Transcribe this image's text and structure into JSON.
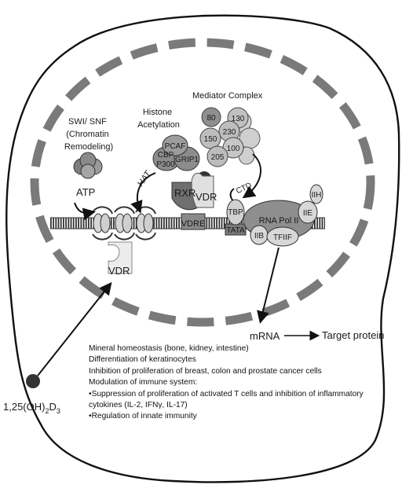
{
  "labels": {
    "swi_snf": [
      "SWI/ SNF",
      "(Chromatin",
      "Remodeling)"
    ],
    "histone": [
      "Histone",
      "Acetylation"
    ],
    "mediator": "Mediator Complex",
    "mediator_subunits": [
      "80",
      "130",
      "230",
      "150",
      "100",
      "205"
    ],
    "coactivators": [
      "PCAF",
      "CBP",
      "P300",
      "GRIP1"
    ],
    "atp": "ATP",
    "hat": "HAT",
    "rxr": "RXR",
    "vdr": "VDR",
    "vdre": "VDRE",
    "ctd": "CTD",
    "tbp": "TBP",
    "tata": "TATA",
    "rna_pol": "RNA Pol II",
    "iih": "IIH",
    "iie": "IIE",
    "iib": "IIB",
    "tfiif": "TFIIF",
    "vdr_cyto": "VDR",
    "mrna": "mRNA",
    "target_protein": "Target protein",
    "ligand_base": "1,25(OH)",
    "ligand_sub1": "2",
    "ligand_d": "D",
    "ligand_sub2": "3"
  },
  "effects": [
    "Mineral homeostasis (bone, kidney, intestine)",
    "Differentiation of keratinocytes",
    "Inhibition of proliferation of breast, colon and prostate cancer cells",
    "Modulation of immune system:",
    "•Suppression of proliferation of activated T cells and inhibition of inflammatory cytokines (IL-2, IFNγ, IL-17)",
    "•Regulation of innate immunity"
  ]
}
